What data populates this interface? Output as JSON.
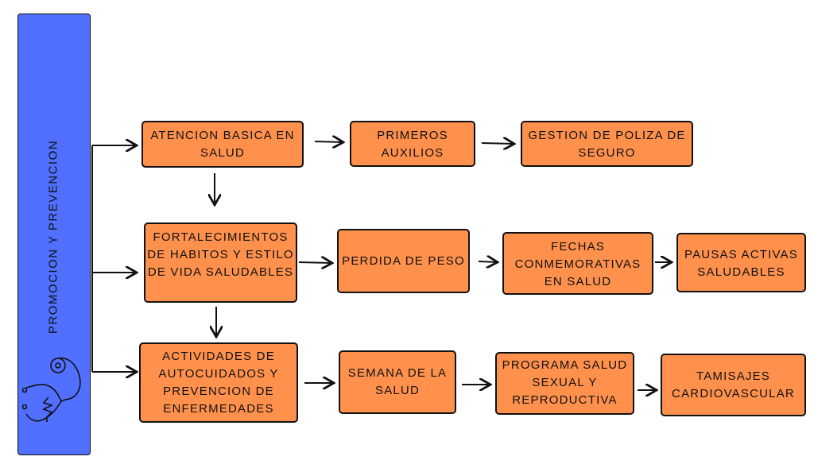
{
  "panel": {
    "title": "PROMOCION Y  PREVENCION",
    "icon": "stethoscope-icon",
    "color": "#5170ff"
  },
  "box_color": "#ff914d",
  "rows": [
    [
      "ATENCION BASICA EN SALUD",
      "PRIMEROS AUXILIOS",
      "GESTION DE POLIZA DE SEGURO"
    ],
    [
      "FORTALECIMIENTOS DE HABITOS Y ESTILO DE VIDA SALUDABLES",
      "PERDIDA DE PESO",
      "FECHAS CONMEMORATIVAS EN SALUD",
      "PAUSAS ACTIVAS SALUDABLES"
    ],
    [
      "ACTIVIDADES DE AUTOCUIDADOS Y PREVENCION DE ENFERMEDADES",
      "SEMANA DE LA SALUD",
      "PROGRAMA SALUD SEXUAL Y REPRODUCTIVA",
      "TAMISAJES CARDIOVASCULAR"
    ]
  ]
}
